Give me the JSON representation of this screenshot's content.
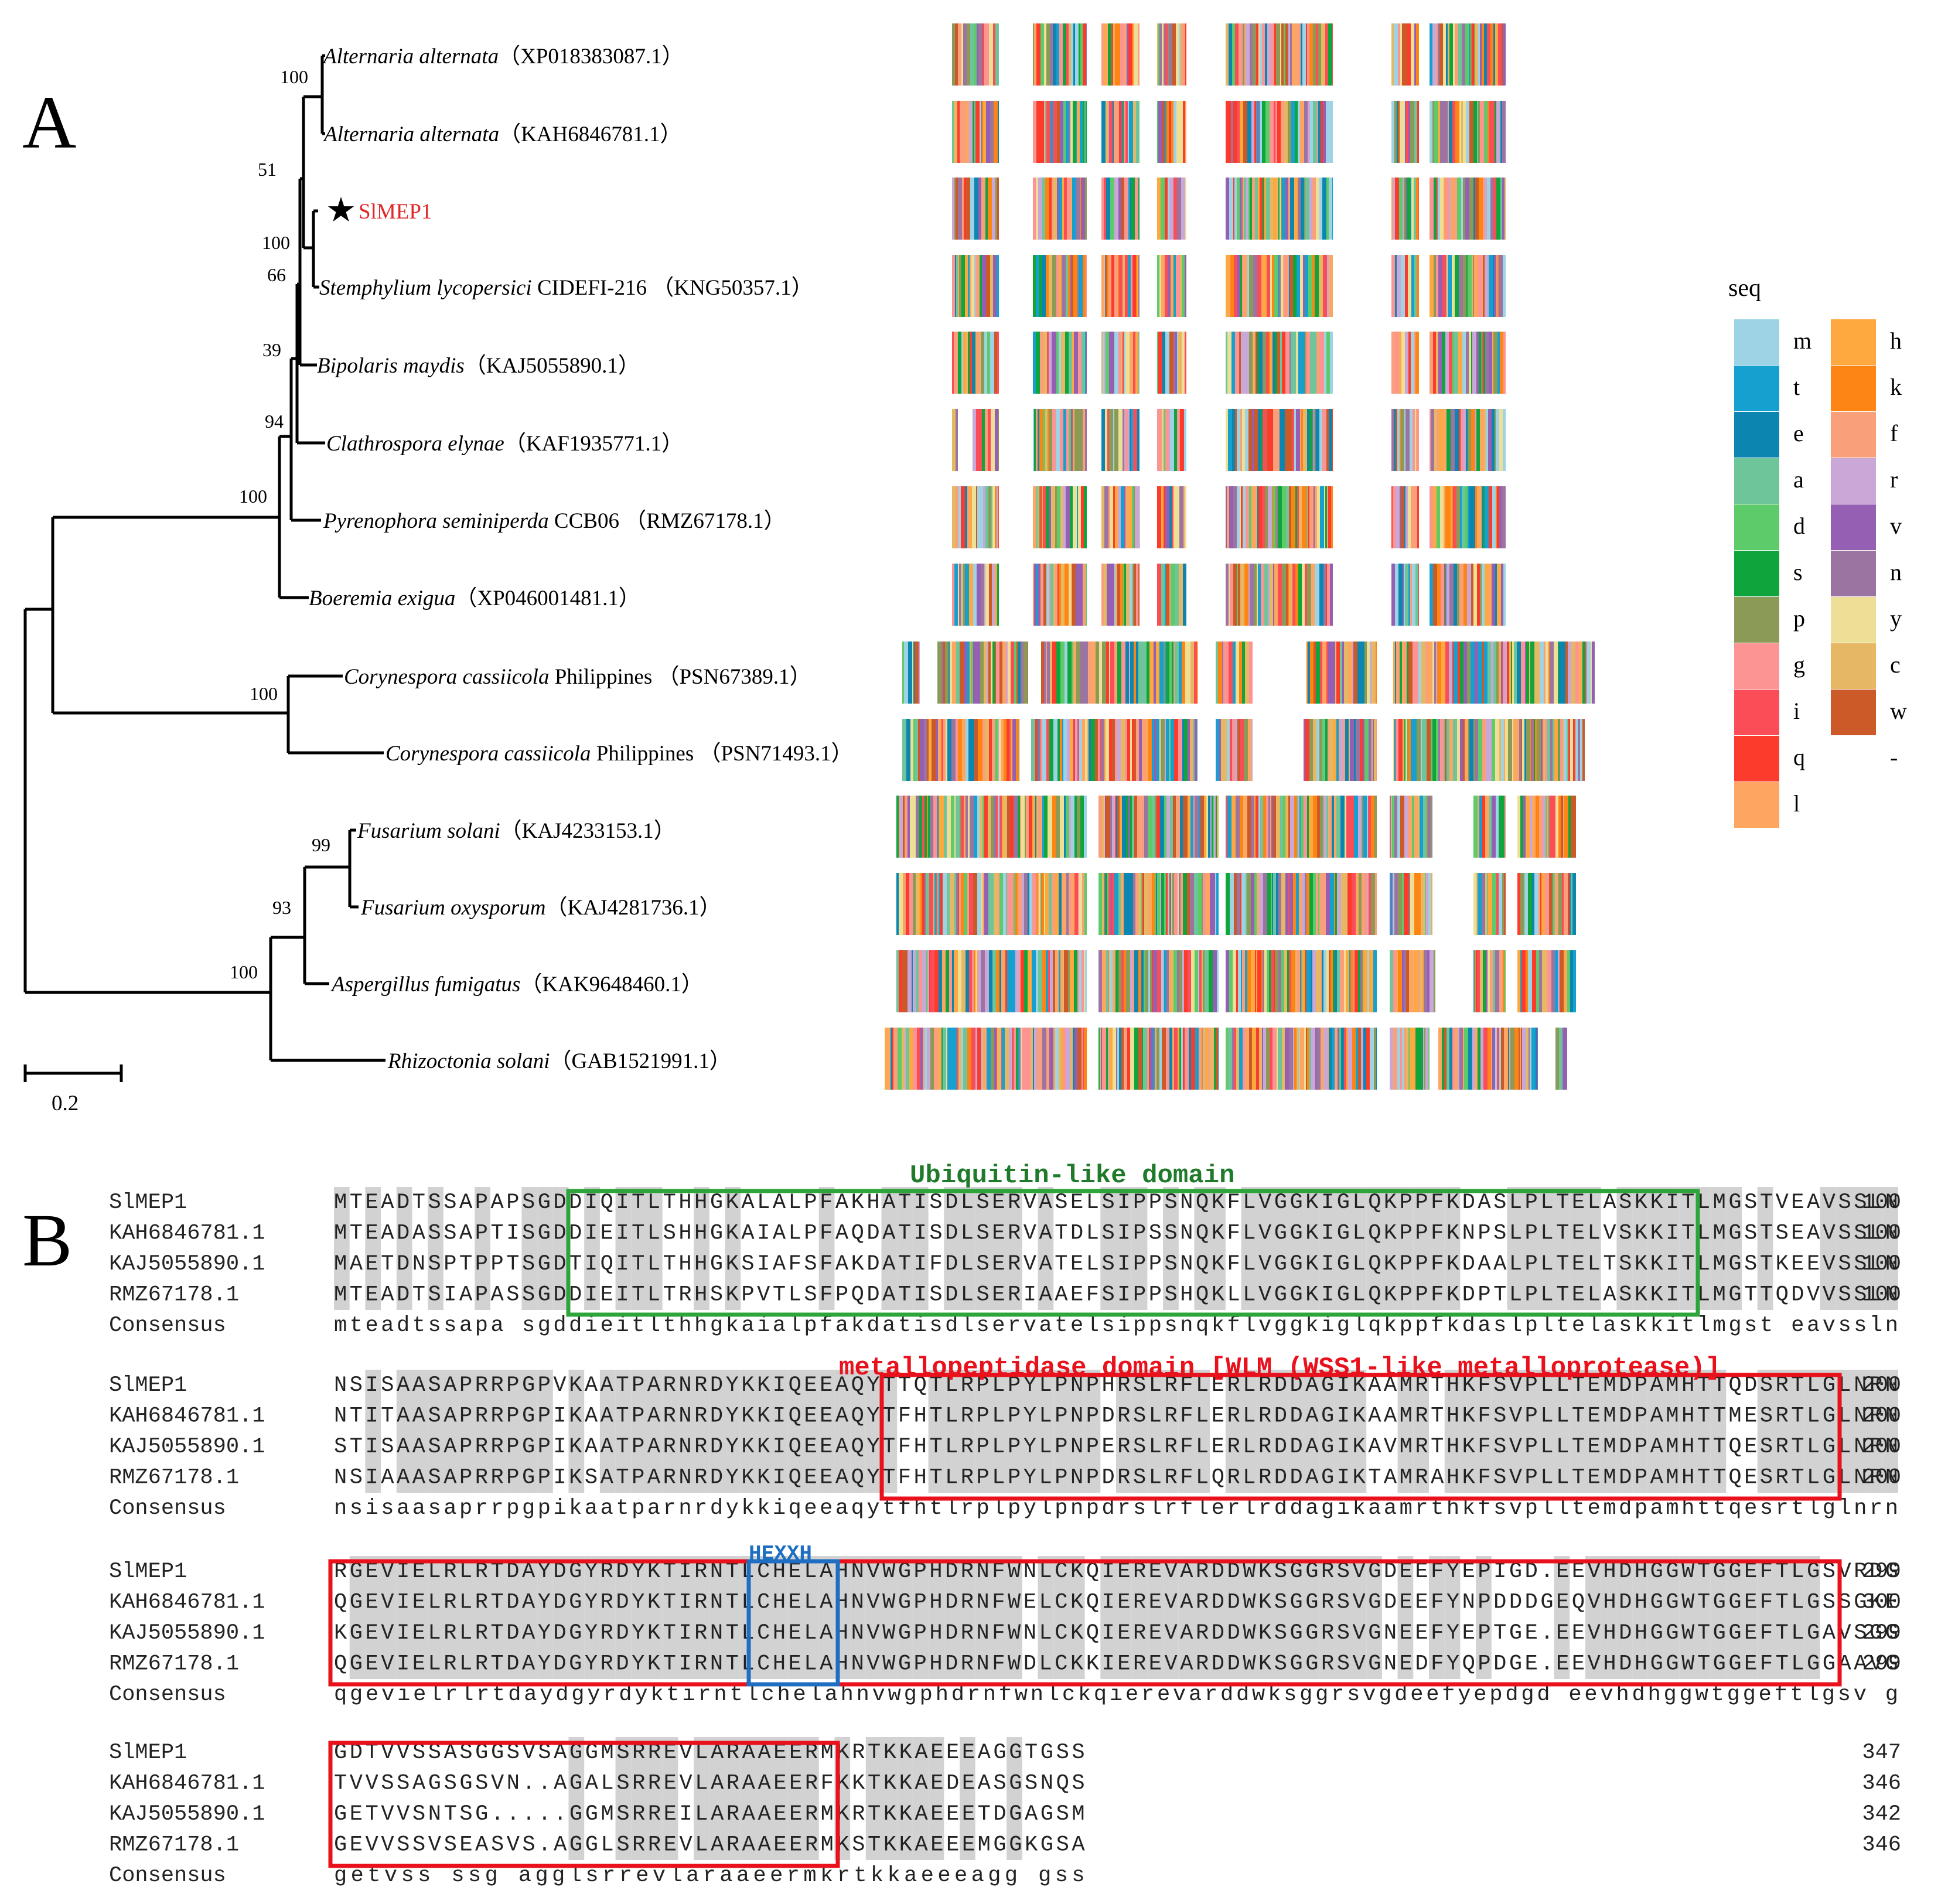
{
  "panels": {
    "a": "A",
    "b": "B"
  },
  "tree": {
    "scale_bar": "0.2",
    "taxa": [
      {
        "italic": "Alternaria alternata",
        "rest": "（XP018383087.1）"
      },
      {
        "italic": "Alternaria alternata",
        "rest": "（KAH6846781.1）"
      },
      {
        "italic": "",
        "rest": "SlMEP1",
        "star": true
      },
      {
        "italic": "Stemphylium lycopersici",
        "rest": " CIDEFI-216 （KNG50357.1）"
      },
      {
        "italic": "Bipolaris maydis",
        "rest": "（KAJ5055890.1）"
      },
      {
        "italic": "Clathrospora elynae",
        "rest": "（KAF1935771.1）"
      },
      {
        "italic": "Pyrenophora seminiperda",
        "rest": " CCB06 （RMZ67178.1）"
      },
      {
        "italic": "Boeremia exigua",
        "rest": "（XP046001481.1）"
      },
      {
        "italic": "Corynespora cassiicola",
        "rest": " Philippines （PSN67389.1）"
      },
      {
        "italic": "Corynespora cassiicola",
        "rest": " Philippines （PSN71493.1）"
      },
      {
        "italic": "Fusarium solani",
        "rest": "（KAJ4233153.1）"
      },
      {
        "italic": "Fusarium oxysporum",
        "rest": "（KAJ4281736.1）"
      },
      {
        "italic": "Aspergillus fumigatus",
        "rest": "（KAK9648460.1）"
      },
      {
        "italic": "Rhizoctonia solani",
        "rest": "（GAB1521991.1）"
      }
    ],
    "supports": [
      "100",
      "51",
      "100",
      "66",
      "39",
      "94",
      "100",
      "100",
      "99",
      "93",
      "100"
    ]
  },
  "legend": {
    "title": "seq",
    "items": [
      {
        "label": "m",
        "color": "#9dd3e4"
      },
      {
        "label": "t",
        "color": "#16a0cf"
      },
      {
        "label": "e",
        "color": "#0c86b0"
      },
      {
        "label": "a",
        "color": "#6fc59a"
      },
      {
        "label": "d",
        "color": "#5ecb6a"
      },
      {
        "label": "s",
        "color": "#0fa43c"
      },
      {
        "label": "p",
        "color": "#8c9a58"
      },
      {
        "label": "g",
        "color": "#fd9494"
      },
      {
        "label": "i",
        "color": "#fb4d57"
      },
      {
        "label": "q",
        "color": "#fc3b2c"
      },
      {
        "label": "l",
        "color": "#fca661"
      },
      {
        "label": "h",
        "color": "#fda93f"
      },
      {
        "label": "k",
        "color": "#fd8514"
      },
      {
        "label": "f",
        "color": "#f99f7a"
      },
      {
        "label": "r",
        "color": "#c9a8d8"
      },
      {
        "label": "v",
        "color": "#9560b3"
      },
      {
        "label": "n",
        "color": "#9b74a2"
      },
      {
        "label": "y",
        "color": "#ede096"
      },
      {
        "label": "c",
        "color": "#e7b863"
      },
      {
        "label": "w",
        "color": "#cb5a28"
      },
      {
        "label": "-",
        "color": ""
      }
    ]
  },
  "alignment": {
    "domains": {
      "ubiquitin": "Ubiquitin-like domain",
      "metallo": "metallopeptidase domain [WLM (WSS1-like metalloprotease)]",
      "motif": "HEXXH"
    },
    "consensus_label": "Consensus",
    "blocks": [
      {
        "rows": [
          {
            "name": "SlMEP1",
            "seq": "MTEADTSSAPAPSGDDIQITLTHHGKALALPFAKHATISDLSERVASELSIPPSNQKFLVGGKIGLQKPPFKDASLPLTELASKKITLMGSTVEAVSSLN",
            "end": "100"
          },
          {
            "name": "KAH6846781.1",
            "seq": "MTEADASSAPTISGDDIEITLSHHGKAIALPFAQDATISDLSERVATDLSIPSSNQKFLVGGKIGLQKPPFKNPSLPLTELVSKKITLMGSTSEAVSSLN",
            "end": "100"
          },
          {
            "name": "KAJ5055890.1",
            "seq": "MAETDNSPTPPTSGDTIQITLTHHGKSIAFSFAKDATIFDLSERVATELSIPPSNQKFLVGGKIGLQKPPFKDAALPLTELTSKKITLMGSTKEEVSSLN",
            "end": "100"
          },
          {
            "name": "RMZ67178.1",
            "seq": "MTEADTSIAPASSGDDIEITLTRHSKPVTLSFPQDATISDLSERIAAEFSIPPSHQKLLVGGKIGLQKPPFKDPTLPLTELASKKITLMGTTQDVVSSLN",
            "end": "100"
          }
        ],
        "consensus": "mteadtssapa sgddieitlthhgkaialpfakdatisdlservatelsippsnqkflvggkiglqkppfkdaslpltelaskkitlmgst eavssln"
      },
      {
        "rows": [
          {
            "name": "SlMEP1",
            "seq": "NSISAASAPRRPGPVKAATPARNRDYKKIQEEAQYTTQTLRPLPYLPNPHRSLRFLERLRDDAGIKAAMRTHKFSVPLLTEMDPAMHTTQDSRTLGLNRN",
            "end": "200"
          },
          {
            "name": "KAH6846781.1",
            "seq": "NTITAASAPRRPGPIKAATPARNRDYKKIQEEAQYTFHTLRPLPYLPNPDRSLRFLERLRDDAGIKAAMRTHKFSVPLLTEMDPAMHTTMESRTLGLNRN",
            "end": "200"
          },
          {
            "name": "KAJ5055890.1",
            "seq": "STISAASAPRRPGPIKAATPARNRDYKKIQEEAQYTFHTLRPLPYLPNPERSLRFLERLRDDAGIKAVMRTHKFSVPLLTEMDPAMHTTQESRTLGLNRN",
            "end": "200"
          },
          {
            "name": "RMZ67178.1",
            "seq": "NSIAAASAPRRPGPIKSATPARNRDYKKIQEEAQYTFHTLRPLPYLPNPDRSLRFLQRLRDDAGIKTAMRAHKFSVPLLTEMDPAMHTTQESRTLGLNRN",
            "end": "200"
          }
        ],
        "consensus": "nsisaasaprrpgpikaatparnrdykkiqeeaqytfhtlrplpylpnpdrslrflerlrddagikaamrthkfsvplltemdpamhttqesrtlglnrn"
      },
      {
        "rows": [
          {
            "name": "SlMEP1",
            "seq": "RGEVIELRLRTDAYDGYRDYKTIRNTLCHELAHNVWGPHDRNFWNLCKQIEREVARDDWKSGGRSVGDEEFYEPIGD.EEVHDHGGWTGGEFTLGSVRDG",
            "end": "299"
          },
          {
            "name": "KAH6846781.1",
            "seq": "QGEVIELRLRTDAYDGYRDYKTIRNTLCHELAHNVWGPHDRNFWELCKQIEREVARDDWKSGGRSVGDEEFYNPDDDGEQVHDHGGWTGGEFTLGSSGKE",
            "end": "300"
          },
          {
            "name": "KAJ5055890.1",
            "seq": "KGEVIELRLRTDAYDGYRDYKTIRNTLCHELAHNVWGPHDRNFWNLCKQIEREVARDDWKSGGRSVGNEEFYEPTGE.EEVHDHGGWTGGEFTLGAVSGG",
            "end": "299"
          },
          {
            "name": "RMZ67178.1",
            "seq": "QGEVIELRLRTDAYDGYRDYKTIRNTLCHELAHNVWGPHDRNFWDLCKKIEREVARDDWKSGGRSVGNEDFYQPDGE.EEVHDHGGWTGGEFTLGGAAVG",
            "end": "299"
          }
        ],
        "consensus": "qgevielrlrtdaydgyrdyktirntlchelahnvwgphdrnfwnlckqierevarddwksggrsvgdeefyepdgd eevhdhggwtggeftlgsv  g"
      },
      {
        "rows": [
          {
            "name": "SlMEP1",
            "seq": "GDTVVSSASGGSVSAGGMSRREVLARAAEERMKRTKKAEEEAGGTGSS",
            "end": "347"
          },
          {
            "name": "KAH6846781.1",
            "seq": "TVVSSAGSGSVN..AGALSRREVLARAAEERFKKTKKAEDEASGSNQS",
            "end": "346"
          },
          {
            "name": "KAJ5055890.1",
            "seq": "GETVVSNTSG.....GGMSRREILARAAEERMKRTKKAEEETDGAGSM",
            "end": "342"
          },
          {
            "name": "RMZ67178.1",
            "seq": "GEVVSSVSEASVS.AGGLSRREVLARAAEERMKSTKKAEEEMGGKGSA",
            "end": "346"
          }
        ],
        "consensus": "getvss ssg    agglsrrevlaraaeermkrtkkaeeeagg gss"
      }
    ]
  }
}
